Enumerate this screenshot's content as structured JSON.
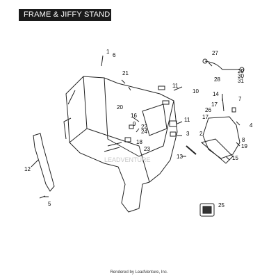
{
  "diagram": {
    "title": "FRAME & JIFFY STAND",
    "footer": "Rendered by LeadVenture, Inc.",
    "watermark": "LEADVENTURE",
    "callouts": [
      "1",
      "6",
      "21",
      "20",
      "16",
      "22",
      "24",
      "18",
      "23",
      "9",
      "10",
      "11",
      "11",
      "27",
      "28",
      "29",
      "30",
      "31",
      "14",
      "7",
      "26",
      "17",
      "4",
      "19",
      "2",
      "3",
      "8",
      "15",
      "13",
      "12",
      "5",
      "25"
    ]
  }
}
